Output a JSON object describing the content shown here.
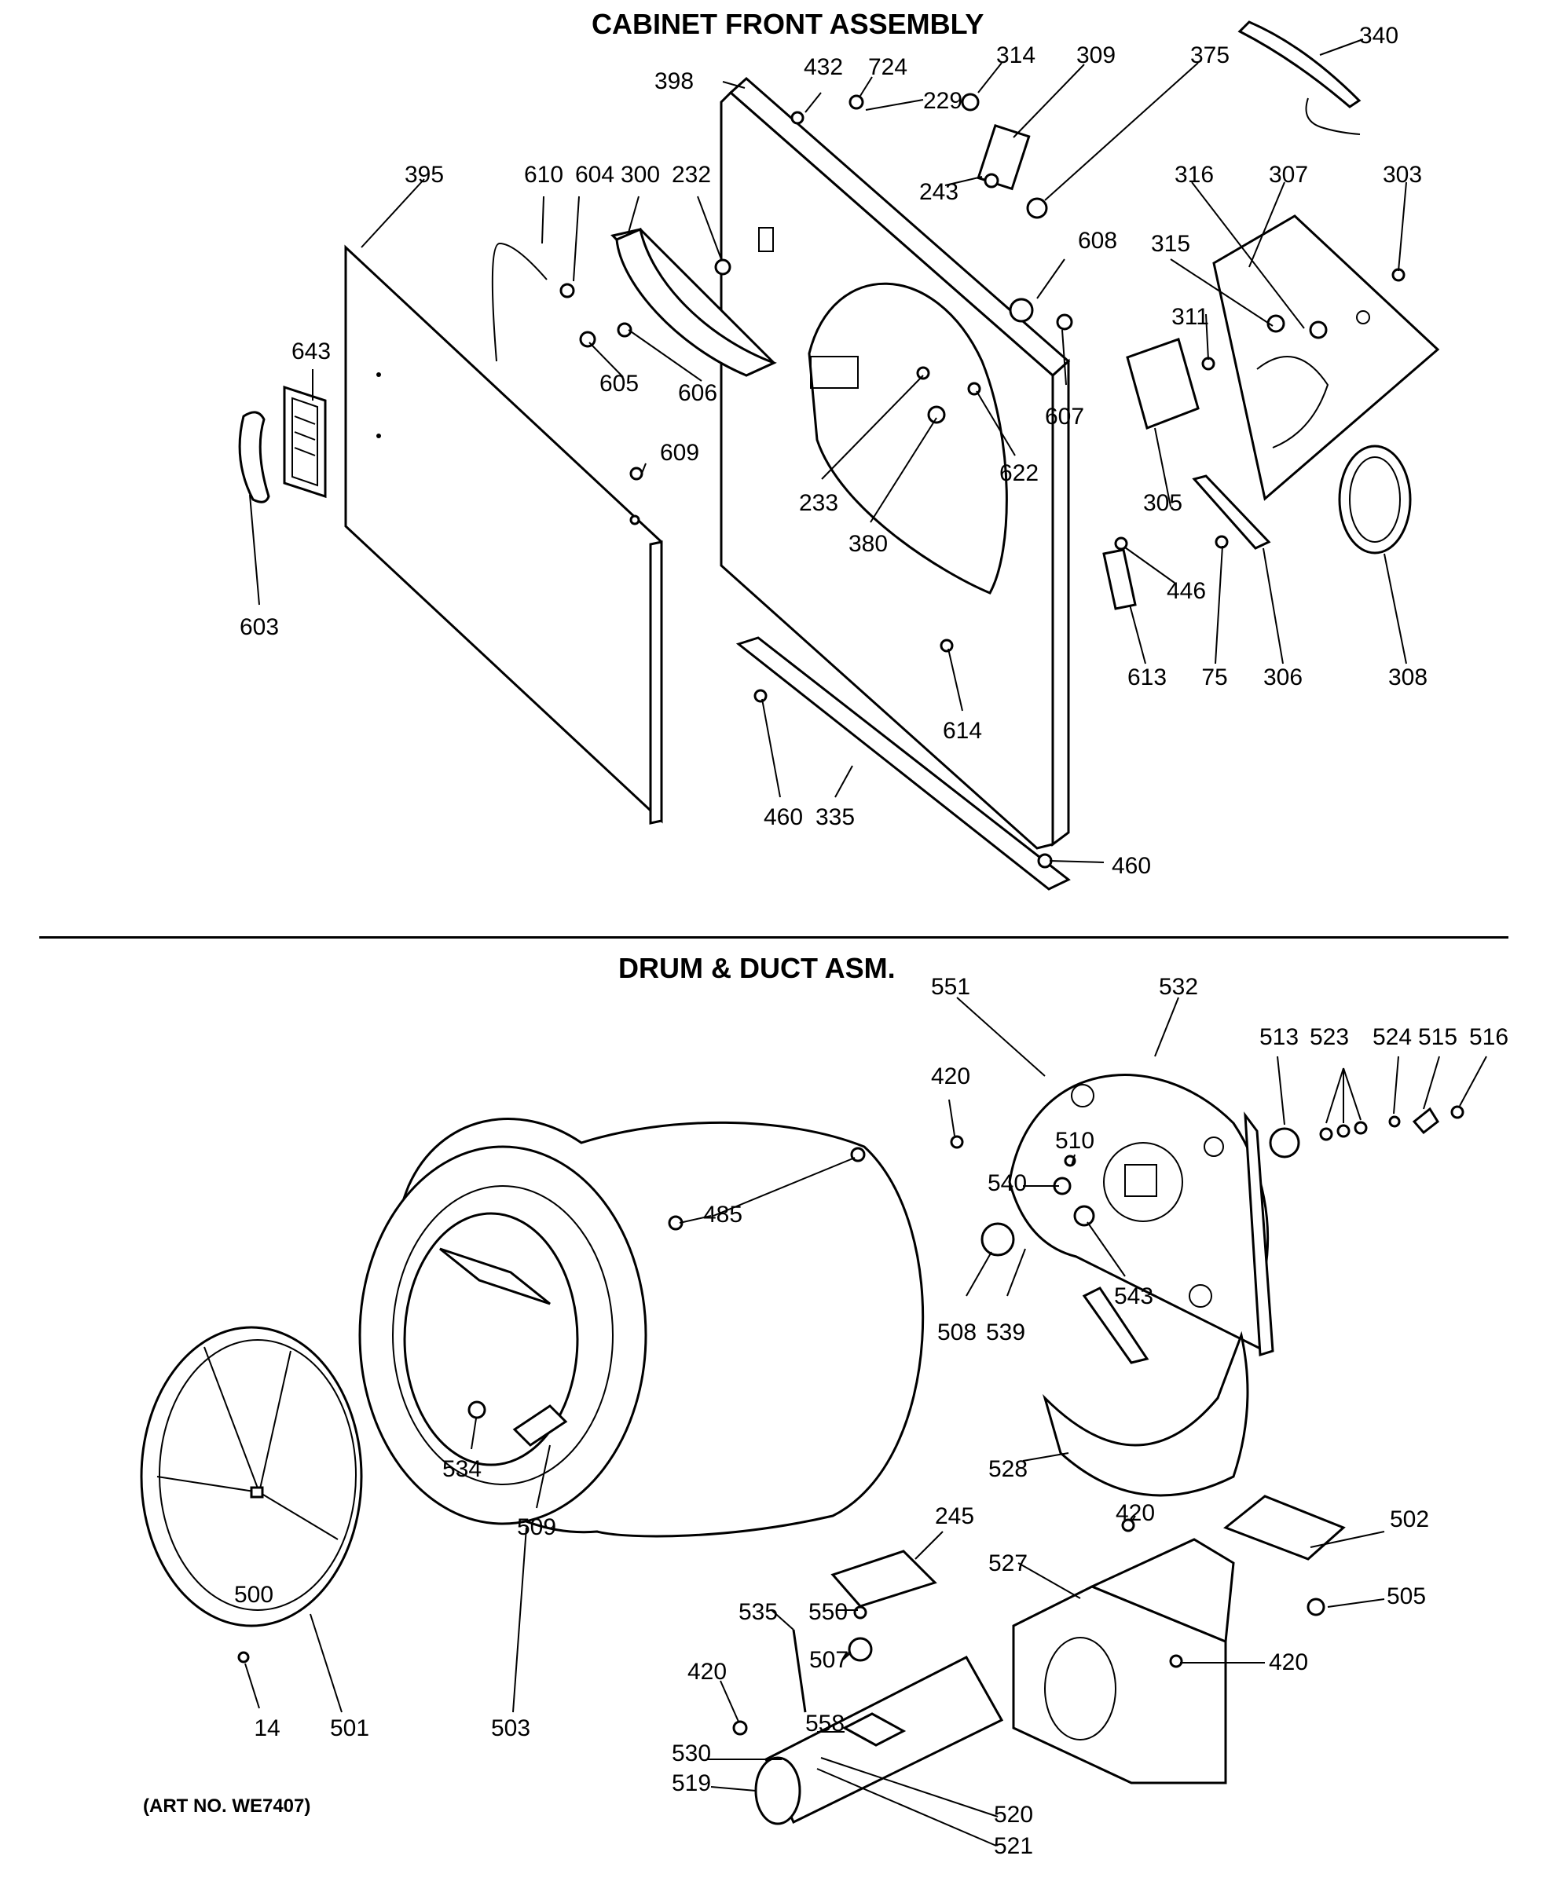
{
  "titles": {
    "cabinet": "CABINET FRONT ASSEMBLY",
    "drum": "DRUM & DUCT ASM.",
    "art_no": "(ART NO. WE7407)"
  },
  "cabinet_labels": [
    "398",
    "432",
    "724",
    "229",
    "314",
    "309",
    "375",
    "340",
    "395",
    "610",
    "604",
    "300",
    "232",
    "243",
    "316",
    "307",
    "303",
    "643",
    "605",
    "606",
    "608",
    "315",
    "311",
    "607",
    "233",
    "622",
    "380",
    "609",
    "305",
    "446",
    "603",
    "613",
    "75",
    "306",
    "308",
    "614",
    "460",
    "335",
    "460"
  ],
  "drum_labels": [
    "551",
    "532",
    "420",
    "513",
    "523",
    "524",
    "515",
    "516",
    "510",
    "540",
    "485",
    "543",
    "508",
    "539",
    "534",
    "528",
    "509",
    "245",
    "420",
    "502",
    "500",
    "527",
    "535",
    "550",
    "507",
    "505",
    "420",
    "558",
    "420",
    "14",
    "501",
    "503",
    "530",
    "519",
    "520",
    "521"
  ]
}
